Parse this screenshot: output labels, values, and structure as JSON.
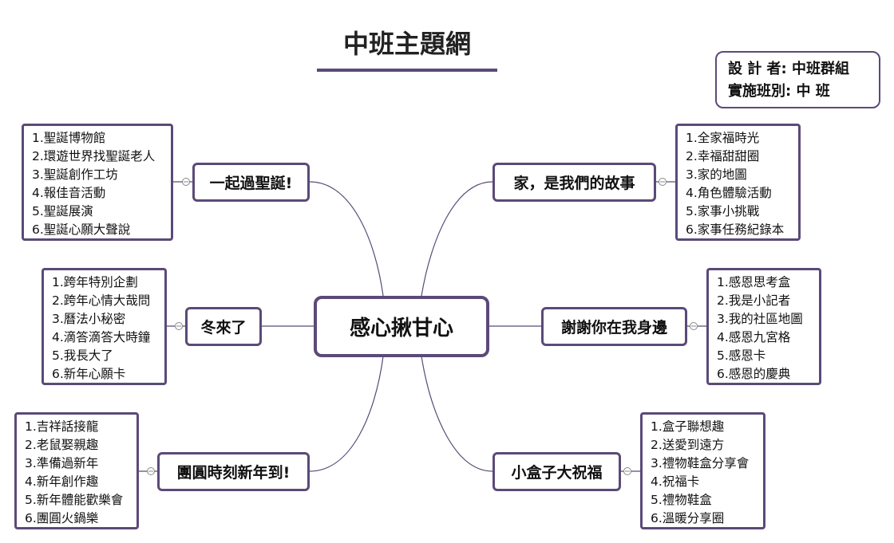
{
  "title": "中班主題網",
  "info": {
    "designer": "設 計 者:  中班群組",
    "class": "實施班別:  中    班"
  },
  "center": "感心揪甘心",
  "branches": [
    {
      "label": "一起過聖誕!",
      "items": [
        "1.聖誕博物館",
        "2.環遊世界找聖誕老人",
        "3.聖誕創作工坊",
        "4.報佳音活動",
        "5.聖誕展演",
        "6.聖誕心願大聲說"
      ]
    },
    {
      "label": "冬來了",
      "items": [
        "1.跨年特別企劃",
        "2.跨年心情大哉問",
        "3.曆法小秘密",
        "4.滴答滴答大時鐘",
        "5.我長大了",
        "6.新年心願卡"
      ]
    },
    {
      "label": "團圓時刻新年到!",
      "items": [
        "1.吉祥話接龍",
        "2.老鼠娶親趣",
        "3.準備過新年",
        "4.新年創作趣",
        "5.新年體能歡樂會",
        "6.團圓火鍋樂"
      ]
    },
    {
      "label": "家，是我們的故事",
      "items": [
        "1.全家福時光",
        "2.幸福甜甜圈",
        "3.家的地圖",
        "4.角色體驗活動",
        "5.家事小挑戰",
        "6.家事任務紀錄本"
      ]
    },
    {
      "label": "謝謝你在我身邊",
      "items": [
        "1.感恩思考盒",
        "2.我是小記者",
        "3.我的社區地圖",
        "4.感恩九宮格",
        "5.感恩卡",
        "6.感恩的慶典"
      ]
    },
    {
      "label": "小盒子大祝福",
      "items": [
        "1.盒子聯想趣",
        "2.送愛到遠方",
        "3.禮物鞋盒分享會",
        "4.祝福卡",
        "5.禮物鞋盒",
        "6.溫暖分享圈"
      ]
    }
  ]
}
